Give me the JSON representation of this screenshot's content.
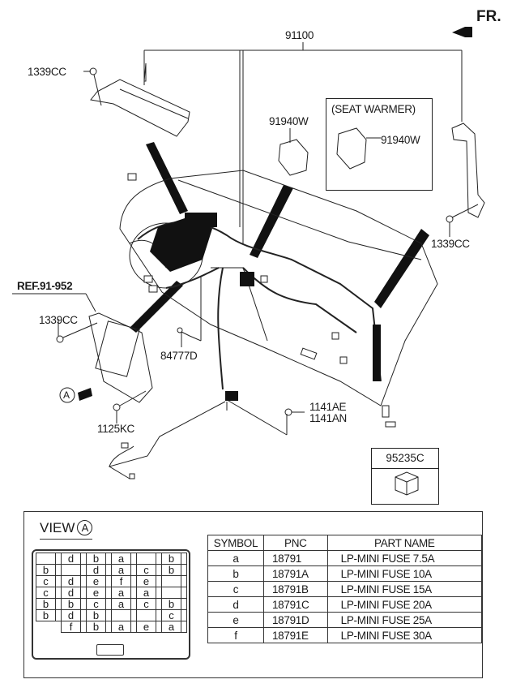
{
  "diagram": {
    "orientation_label": "FR.",
    "callouts": {
      "main_harness": "91100",
      "nut_top_left": "1339CC",
      "switch_center": "91940W",
      "seat_warmer_title": "(SEAT WARMER)",
      "seat_warmer_switch": "91940W",
      "nut_right": "1339CC",
      "ref_junction_box": "REF.91-952",
      "nut_left": "1339CC",
      "bolt_center": "84777D",
      "view_marker": "A",
      "bolt_junction": "1125KC",
      "bolt_lower_a": "1141AE",
      "bolt_lower_b": "1141AN",
      "relay": "95235C"
    }
  },
  "view_a": {
    "title": "VIEW",
    "marker": "A",
    "fuse_layout": [
      [
        "",
        "d",
        "b",
        "a",
        "",
        "b"
      ],
      [
        "b",
        "",
        "d",
        "a",
        "c",
        "b"
      ],
      [
        "c",
        "d",
        "e",
        "f",
        "e",
        ""
      ],
      [
        "c",
        "d",
        "e",
        "a",
        "a",
        ""
      ],
      [
        "b",
        "b",
        "c",
        "a",
        "c",
        "b"
      ],
      [
        "b",
        "d",
        "b",
        "",
        "",
        "c"
      ],
      [
        "",
        "f",
        "b",
        "a",
        "e",
        "a"
      ]
    ],
    "table": {
      "headers": [
        "SYMBOL",
        "PNC",
        "PART NAME"
      ],
      "rows": [
        {
          "symbol": "a",
          "pnc": "18791",
          "name": "LP-MINI FUSE 7.5A"
        },
        {
          "symbol": "b",
          "pnc": "18791A",
          "name": "LP-MINI FUSE 10A"
        },
        {
          "symbol": "c",
          "pnc": "18791B",
          "name": "LP-MINI FUSE 15A"
        },
        {
          "symbol": "d",
          "pnc": "18791C",
          "name": "LP-MINI FUSE 20A"
        },
        {
          "symbol": "e",
          "pnc": "18791D",
          "name": "LP-MINI FUSE 25A"
        },
        {
          "symbol": "f",
          "pnc": "18791E",
          "name": "LP-MINI FUSE 30A"
        }
      ]
    }
  }
}
